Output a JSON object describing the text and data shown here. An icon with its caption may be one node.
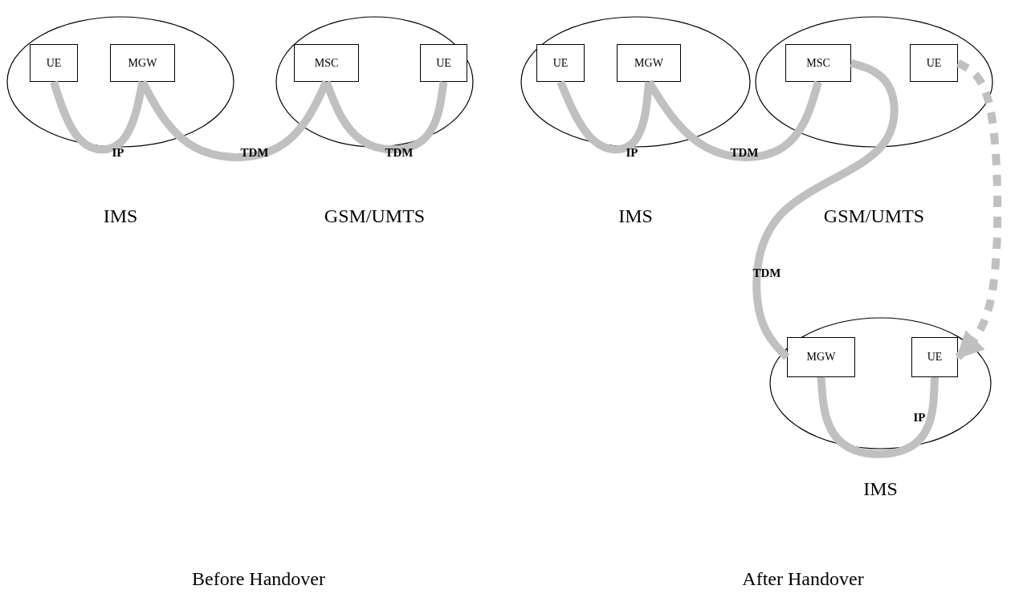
{
  "diagram": {
    "nodes": [
      {
        "text": [
          "IMS"
        ]
      },
      {
        "text": [
          "UE"
        ],
        "in": 0
      },
      {
        "text": [
          "MGW"
        ],
        "in": 0
      },
      {
        "text": [
          "GSM/UMTS"
        ]
      },
      {
        "text": [
          "MSC"
        ],
        "in": 3
      },
      {
        "text": [
          "UE"
        ],
        "in": 3
      },
      {
        "text": [
          "IMS"
        ]
      },
      {
        "text": [
          "UE"
        ],
        "in": 6
      },
      {
        "text": [
          "MGW"
        ],
        "in": 6
      },
      {
        "text": [
          "GSM/UMTS"
        ]
      },
      {
        "text": [
          "MSC"
        ],
        "in": 9
      },
      {
        "text": [
          "UE"
        ],
        "in": 9
      },
      {
        "text": [
          "IMS"
        ]
      },
      {
        "text": [
          "MGW"
        ],
        "in": 12
      },
      {
        "text": [
          "UE"
        ],
        "in": 12
      }
    ],
    "edges": [
      {
        "from": 1,
        "to": 2,
        "arrow": "none",
        "label": "IP"
      },
      {
        "from": 2,
        "to": 4,
        "arrow": "none",
        "label": "TDM"
      },
      {
        "from": 4,
        "to": 5,
        "arrow": "none",
        "label": "TDM"
      },
      {
        "from": 7,
        "to": 8,
        "arrow": "none",
        "label": "IP"
      },
      {
        "from": 8,
        "to": 10,
        "arrow": "none",
        "label": "TDM"
      },
      {
        "from": 10,
        "to": 13,
        "arrow": "none",
        "label": "TDM"
      },
      {
        "from": 13,
        "to": 14,
        "arrow": "none",
        "label": "IP"
      },
      {
        "from": 11,
        "to": 14,
        "arrow": "to",
        "style": "dashed"
      }
    ],
    "labels": [
      "Before Handover",
      "After Handover"
    ]
  }
}
